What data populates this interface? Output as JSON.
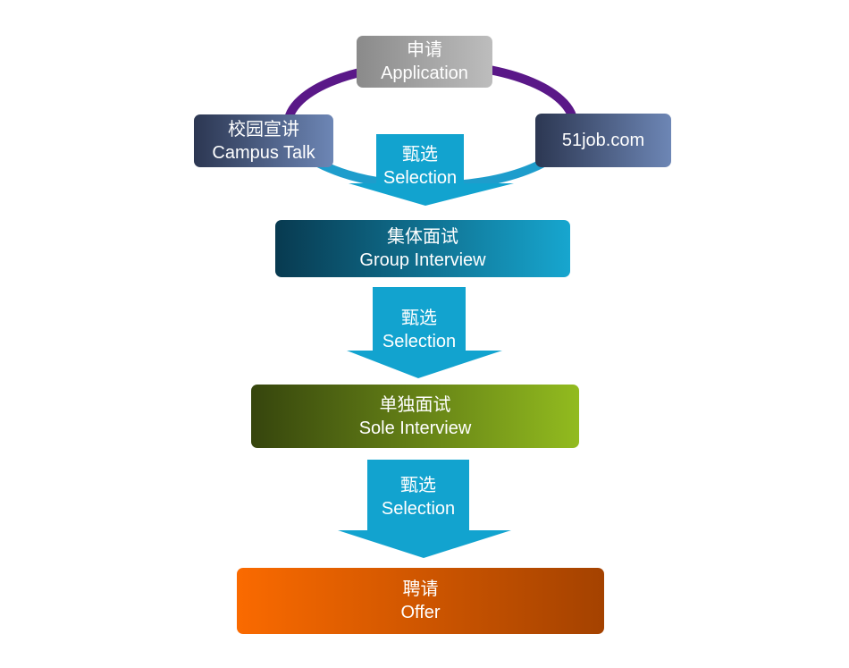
{
  "nodes": {
    "application": {
      "zh": "申请",
      "en": "Application"
    },
    "campus_talk": {
      "zh": "校园宣讲",
      "en": "Campus Talk"
    },
    "job_site": {
      "en": "51job.com"
    },
    "group_interview": {
      "zh": "集体面试",
      "en": "Group Interview"
    },
    "sole_interview": {
      "zh": "单独面试",
      "en": "Sole Interview"
    },
    "offer": {
      "zh": "聘请",
      "en": "Offer"
    }
  },
  "arrows": [
    {
      "zh": "甄选",
      "en": "Selection"
    },
    {
      "zh": "甄选",
      "en": "Selection"
    },
    {
      "zh": "甄选",
      "en": "Selection"
    }
  ],
  "colors": {
    "cycle_top": "#5a1888",
    "cycle_bottom": "#1e9dcc",
    "arrow": "#12a3cf"
  }
}
